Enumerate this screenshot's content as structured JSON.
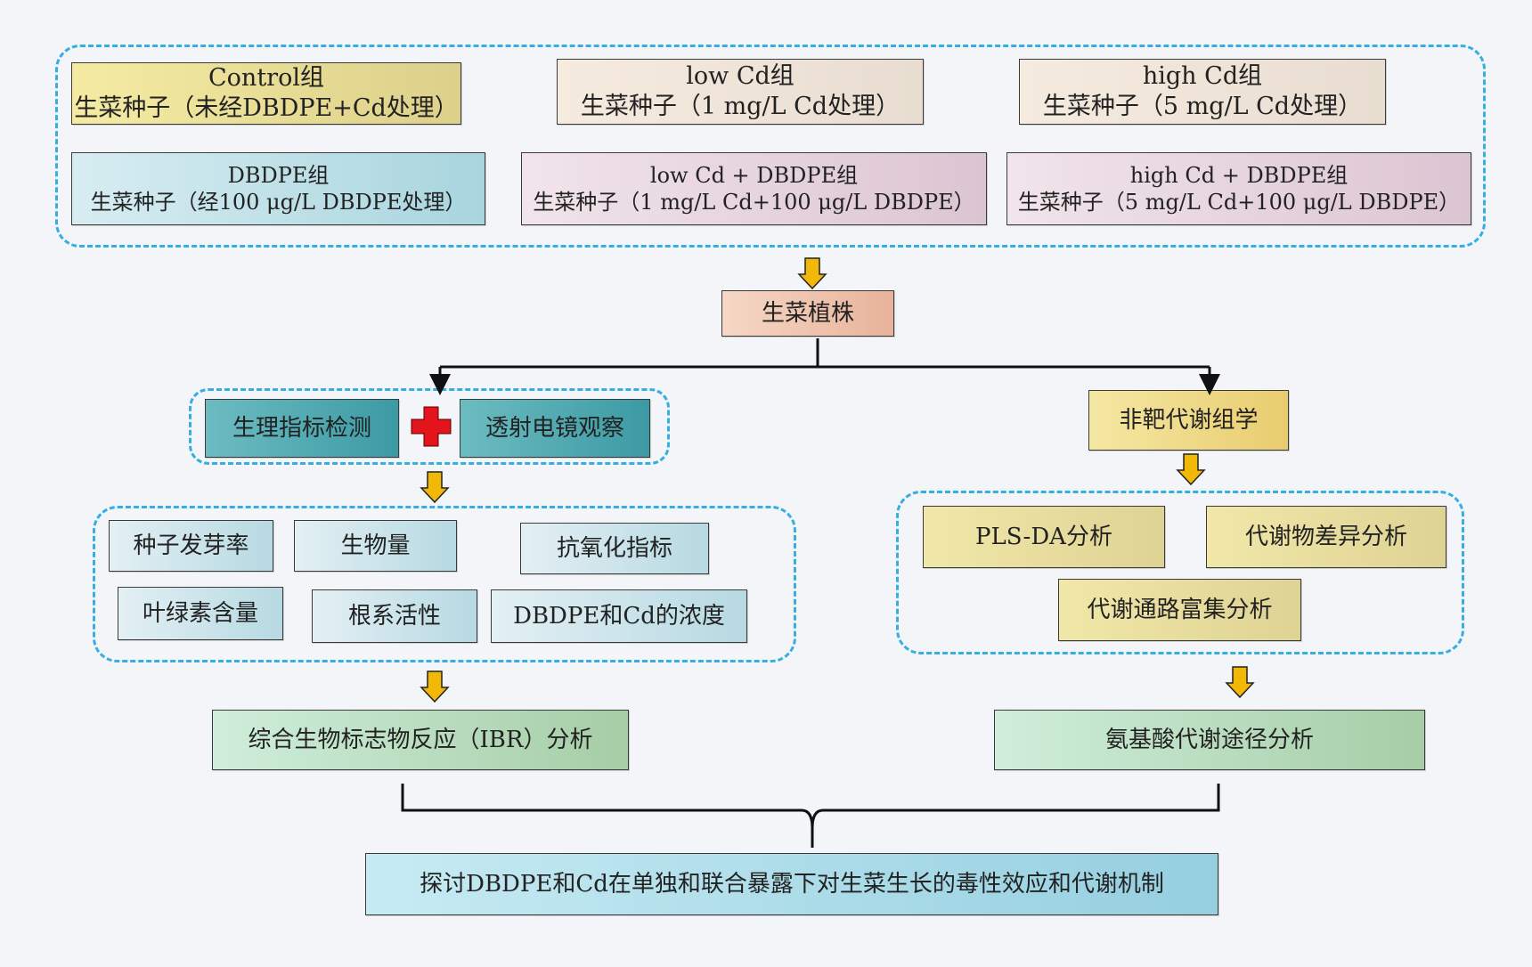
{
  "treatments": {
    "control": {
      "title": "Control组",
      "desc": "生菜种子（未经DBDPE+Cd处理）"
    },
    "low_cd": {
      "title": "low Cd组",
      "desc": "生菜种子（1 mg/L Cd处理）"
    },
    "high_cd": {
      "title": "high Cd组",
      "desc": "生菜种子（5 mg/L Cd处理）"
    },
    "dbdpe": {
      "title": "DBDPE组",
      "desc": "生菜种子（经100 μg/L DBDPE处理）"
    },
    "low_cd_dbdpe": {
      "title": "low Cd + DBDPE组",
      "desc": "生菜种子（1 mg/L Cd+100 μg/L DBDPE）"
    },
    "high_cd_dbdpe": {
      "title": "high Cd + DBDPE组",
      "desc": "生菜种子（5 mg/L Cd+100 μg/L DBDPE）"
    }
  },
  "plant": "生菜植株",
  "left_branch": {
    "method_a": "生理指标检测",
    "method_b": "透射电镜观察",
    "indicators": [
      "种子发芽率",
      "生物量",
      "抗氧化指标",
      "叶绿素含量",
      "根系活性",
      "DBDPE和Cd的浓度"
    ],
    "result": "综合生物标志物反应（IBR）分析"
  },
  "right_branch": {
    "method": "非靶代谢组学",
    "analyses": [
      "PLS-DA分析",
      "代谢物差异分析",
      "代谢通路富集分析"
    ],
    "result": "氨基酸代谢途径分析"
  },
  "conclusion": "探讨DBDPE和Cd在单独和联合暴露下对生菜生长的毒性效应和代谢机制",
  "colors": {
    "dashed_border": "#35aee0",
    "arrow_fill": "#f2b807",
    "plus": "#e3141b",
    "teal": "#4fa9b0",
    "green": "#b9ddbf"
  }
}
